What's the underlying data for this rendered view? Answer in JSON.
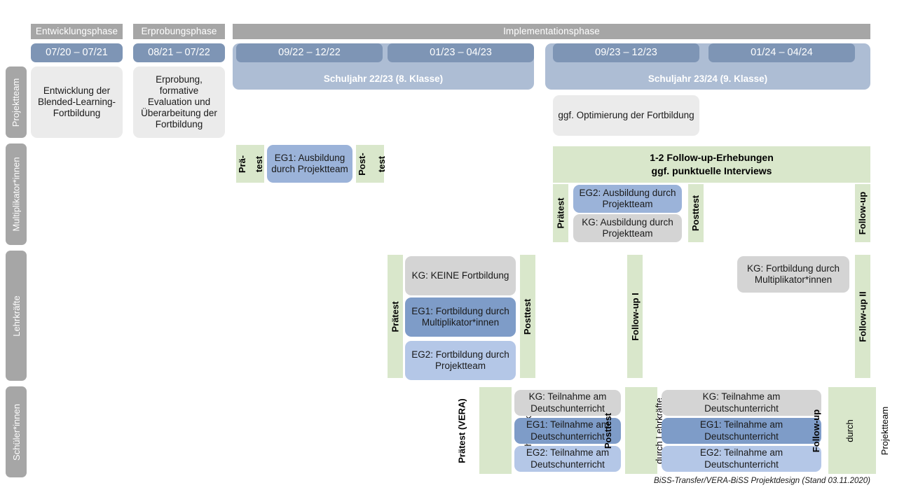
{
  "footer": {
    "text": "BiSS-Transfer/VERA-BiSS Projektdesign (Stand 03.11.2020)"
  },
  "colors": {
    "phase_grey": "#a6a6a6",
    "date_blue": "#7e95b5",
    "schoolyear_blue": "#adbdd4",
    "green": "#d9e7cb",
    "box_grey": "#ebebeb",
    "box_grey_dark": "#d4d4d4",
    "eg1_blue": "#7e9cc8",
    "eg2_blue": "#b4c7e7",
    "ausbildung_blue": "#9bb3d9"
  },
  "phases": [
    {
      "label": "Entwicklungsphase"
    },
    {
      "label": "Erprobungsphase"
    },
    {
      "label": "Implementationsphase"
    }
  ],
  "periods": [
    {
      "label": "07/20 – 07/21"
    },
    {
      "label": "08/21 – 07/22"
    },
    {
      "label": "09/22 – 12/22"
    },
    {
      "label": "01/23 – 04/23"
    },
    {
      "label": "09/23 – 12/23"
    },
    {
      "label": "01/24 – 04/24"
    }
  ],
  "school_years": [
    {
      "label": "Schuljahr 22/23 (8. Klasse)"
    },
    {
      "label": "Schuljahr 23/24 (9. Klasse)"
    }
  ],
  "roles": [
    {
      "label": "Projektteam"
    },
    {
      "label": "Multiplikator*innen"
    },
    {
      "label": "Lehrkräfte"
    },
    {
      "label": "Schüler*innen"
    }
  ],
  "projektteam": {
    "entwicklung": "Entwicklung der Blended-Learning-Fortbildung",
    "erprobung": "Erprobung, formative Evaluation und Überarbeitung der Fortbildung",
    "optimierung": "ggf. Optimierung der Fortbildung"
  },
  "multiplikatoren": {
    "praetest_line1": "Prä-",
    "praetest_line2": "test",
    "posttest_line1": "Post-",
    "posttest_line2": "test",
    "eg1_box": "EG1: Ausbildung durch Projektteam",
    "followup_banner_line1": "1-2 Follow-up-Erhebungen",
    "followup_banner_line2": "ggf. punktuelle Interviews",
    "praetest2": "Prätest",
    "posttest2": "Posttest",
    "followup": "Follow-up",
    "eg2_box": "EG2: Ausbildung durch Projektteam",
    "kg_box": "KG: Ausbildung durch Projektteam"
  },
  "lehrkraefte": {
    "praetest": "Prätest",
    "posttest": "Posttest",
    "followup_1": "Follow-up I",
    "followup_2": "Follow-up II",
    "kg_keine": "KG:  KEINE Fortbildung",
    "eg1": "EG1: Fortbildung durch Multiplikator*innen",
    "eg2": "EG2: Fortbildung durch Projektteam",
    "kg_multi": "KG: Fortbildung durch Multiplikator*innen"
  },
  "schuelerinnen": {
    "praetest_bold": "Prätest (VERA)",
    "praetest_sub": "durch Lehrkräfte",
    "posttest_bold": "Posttest",
    "posttest_sub": "durch Lehrkräfte",
    "followup_bold": "Follow-up",
    "followup_sub1": "durch",
    "followup_sub2": "Projektteam",
    "left_kg": "KG: Teilnahme am Deutschunterricht",
    "left_eg1": "EG1: Teilnahme am Deutschunterricht",
    "left_eg2": "EG2: Teilnahme am Deutschunterricht",
    "right_kg": "KG: Teilnahme am Deutschunterricht",
    "right_eg1": "EG1: Teilnahme am Deutschunterricht",
    "right_eg2": "EG2: Teilnahme am Deutschunterricht"
  }
}
